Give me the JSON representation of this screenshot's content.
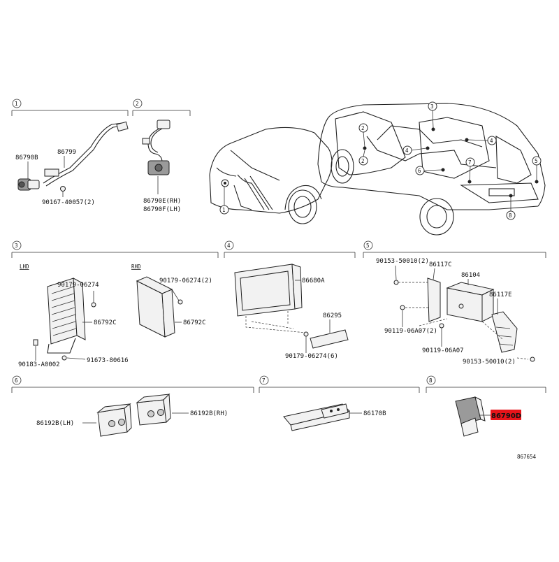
{
  "sections": [
    {
      "num": "1",
      "labels": [
        "86790B",
        "86799",
        "90167-40057(2)"
      ]
    },
    {
      "num": "2",
      "labels": [
        "86790E(RH)",
        "86790F(LH)"
      ]
    },
    {
      "num": "3",
      "variants": [
        "LHD",
        "RHD"
      ],
      "labels": [
        "90179-06274",
        "86792C",
        "90183-A0002",
        "91673-80616",
        "90179-06274(2)",
        "86792C"
      ]
    },
    {
      "num": "4",
      "labels": [
        "86680A",
        "86295",
        "90179-06274(6)"
      ]
    },
    {
      "num": "5",
      "labels": [
        "90153-50010(2)",
        "86117C",
        "86104",
        "86117E",
        "90119-06A07(2)",
        "90119-06A07",
        "90153-50010(2)"
      ]
    },
    {
      "num": "6",
      "labels": [
        "86192B(LH)",
        "86192B(RH)"
      ]
    },
    {
      "num": "7",
      "labels": [
        "86170B"
      ]
    },
    {
      "num": "8",
      "labels": [
        "86790D"
      ]
    }
  ],
  "callouts": [
    "1",
    "2",
    "3",
    "4",
    "5",
    "6",
    "7",
    "8"
  ],
  "highlight_color": "#e8141a",
  "figure_code": "867654"
}
